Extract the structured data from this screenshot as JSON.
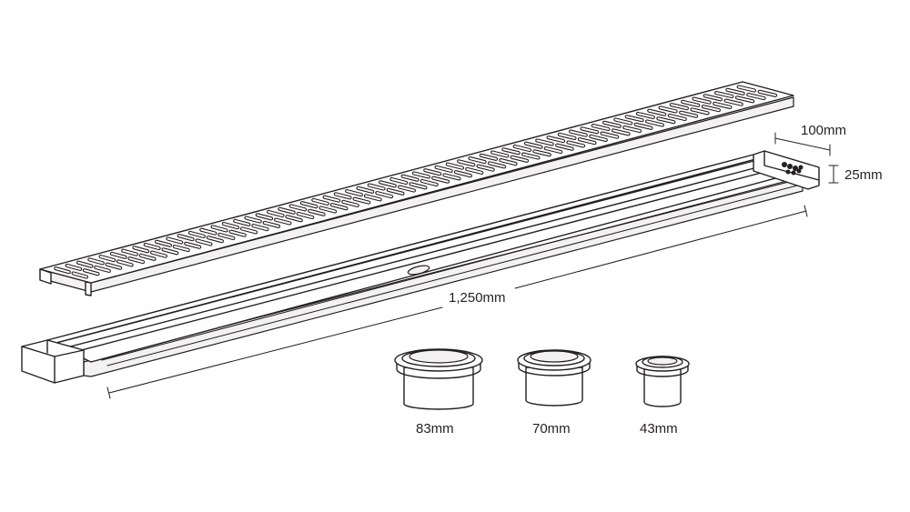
{
  "dimensions": {
    "length": "1,250mm",
    "width": "100mm",
    "height": "25mm"
  },
  "outlets": [
    {
      "size": "83mm"
    },
    {
      "size": "70mm"
    },
    {
      "size": "43mm"
    }
  ],
  "line_color": "#231f20",
  "background": "#ffffff"
}
